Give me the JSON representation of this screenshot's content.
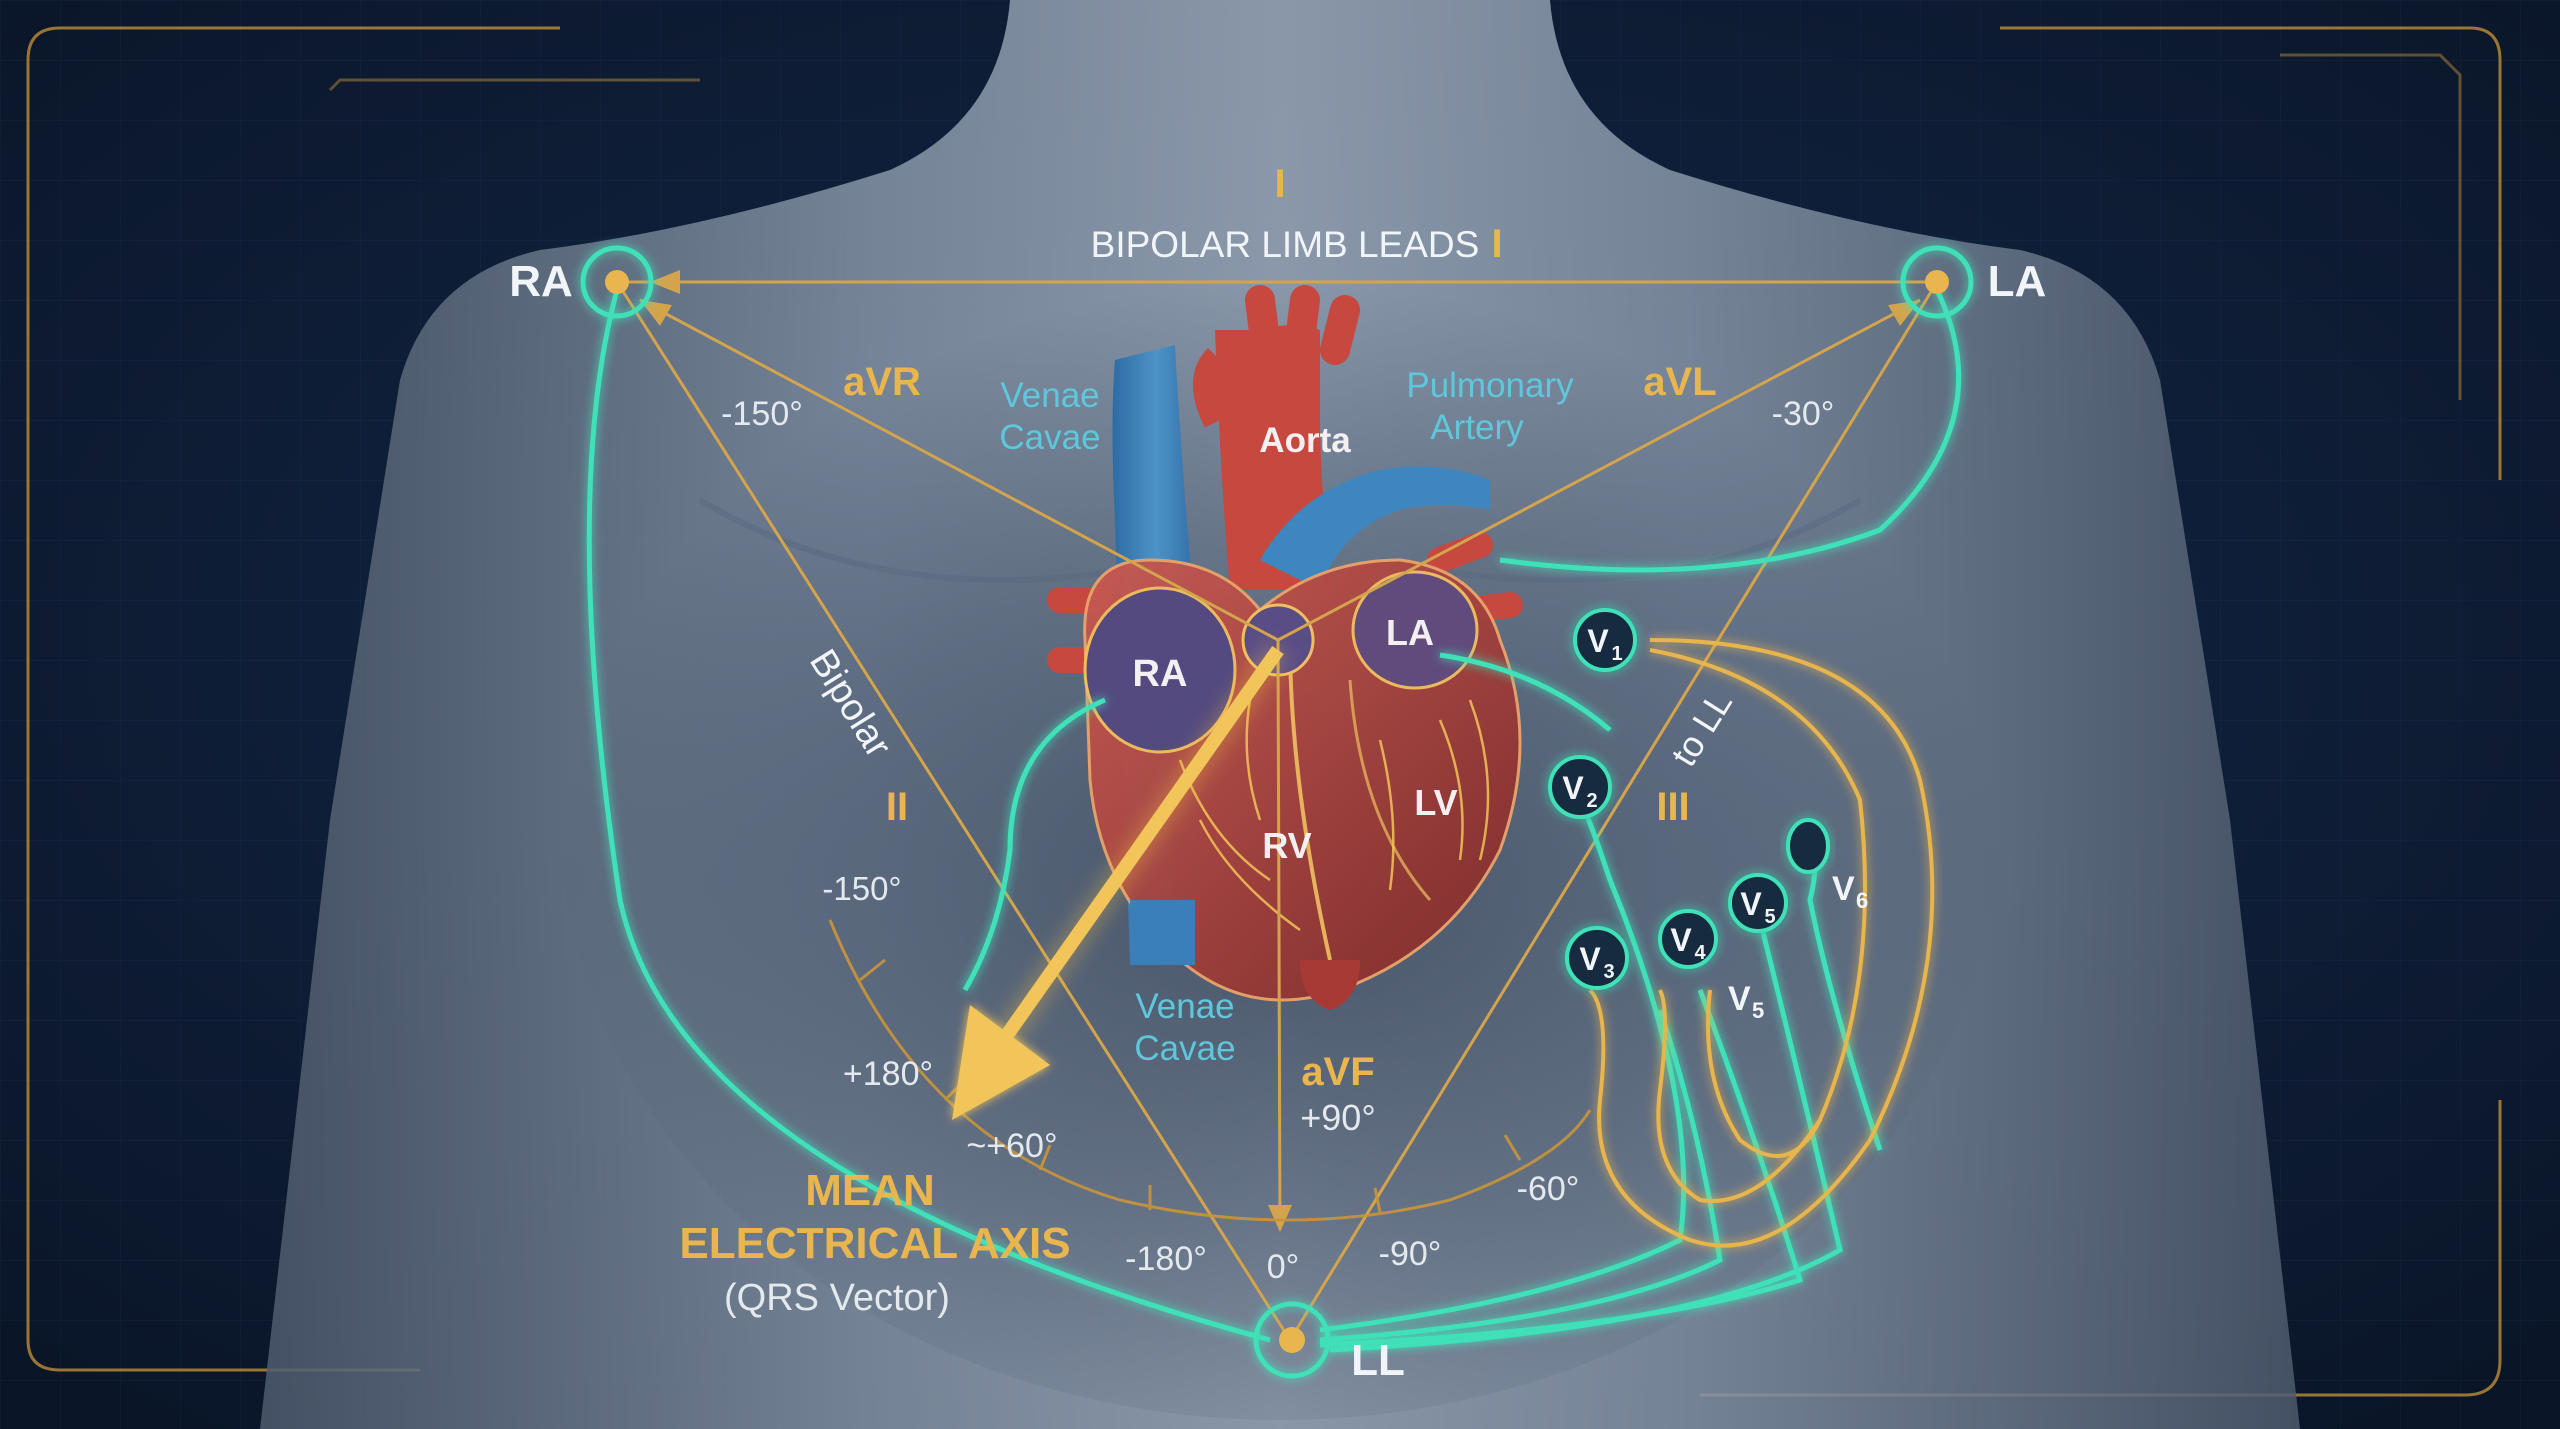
{
  "header": {
    "lead_i_top": "I",
    "bipolar_title": "BIPOLAR LIMB LEADS",
    "lead_i_right": "I"
  },
  "electrodes": {
    "ra": "RA",
    "la": "LA",
    "ll": "LL"
  },
  "augmented_leads": {
    "avr": "aVR",
    "avl": "aVL",
    "avf": "aVF",
    "avr_angle": "-150°",
    "avl_angle": "-30°",
    "avf_angle": "+90°"
  },
  "bipolar_side": {
    "bipolar_word": "Bipolar",
    "lead_ii": "II",
    "lead_iii": "III",
    "to_ll": "to LL"
  },
  "heart": {
    "venae_cavae_top_line1": "Venae",
    "venae_cavae_top_line2": "Cavae",
    "aorta": "Aorta",
    "pulmonary_line1": "Pulmonary",
    "pulmonary_line2": "Artery",
    "ra": "RA",
    "la": "LA",
    "rv": "RV",
    "lv": "LV",
    "venae_cavae_bottom_line1": "Venae",
    "venae_cavae_bottom_line2": "Cavae"
  },
  "precordial": {
    "v1_main": "V",
    "v1_sub": "1",
    "v2_main": "V",
    "v2_sub": "2",
    "v3_main": "V",
    "v3_sub": "3",
    "v4_main": "V",
    "v4_sub": "4",
    "v5_main": "V",
    "v5_sub": "5",
    "v5b_main": "V",
    "v5b_sub": "5",
    "v6_main": "V",
    "v6_sub": "6"
  },
  "arc_scale": {
    "minus150": "-150°",
    "plus180": "+180°",
    "approx60": "~+60°",
    "minus180": "-180°",
    "zero": "0°",
    "minus90": "-90°",
    "minus60": "-60°"
  },
  "axis": {
    "line1": "MEAN",
    "line2": "ELECTRICAL AXIS",
    "line3": "(QRS Vector)"
  },
  "colors": {
    "background": "#0d1a30",
    "gold": "#e8b54e",
    "teal": "#3fe0b8",
    "body": "#8795a8",
    "heart_red": "#b8443e",
    "vessel_blue": "#3a7fb8"
  }
}
